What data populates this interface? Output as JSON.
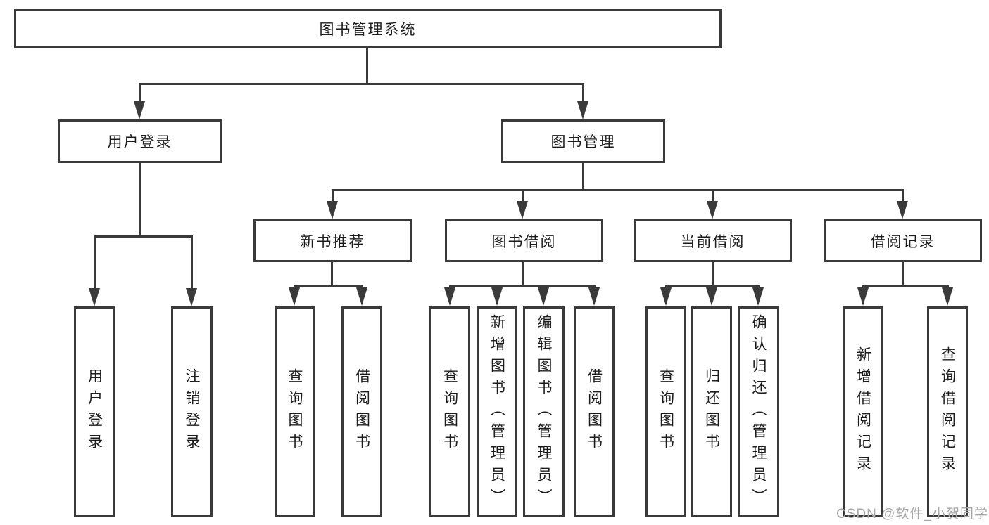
{
  "tree": {
    "root": {
      "label": "图书管理系统"
    },
    "branches": [
      {
        "label": "用户登录",
        "children": [
          {
            "label": "用户登录"
          },
          {
            "label": "注销登录"
          }
        ]
      },
      {
        "label": "图书管理",
        "children": [
          {
            "label": "新书推荐",
            "children": [
              {
                "label": "查询图书"
              },
              {
                "label": "借阅图书"
              }
            ]
          },
          {
            "label": "图书借阅",
            "children": [
              {
                "label": "查询图书"
              },
              {
                "label": "新增图书（管理员）"
              },
              {
                "label": "编辑图书（管理员）"
              },
              {
                "label": "借阅图书"
              }
            ]
          },
          {
            "label": "当前借阅",
            "children": [
              {
                "label": "查询图书"
              },
              {
                "label": "归还图书"
              },
              {
                "label": "确认归还（管理员）"
              }
            ]
          },
          {
            "label": "借阅记录",
            "children": [
              {
                "label": "新增借阅记录"
              },
              {
                "label": "查询借阅记录"
              }
            ]
          }
        ]
      }
    ]
  },
  "watermark": {
    "text": "CSDN @软件_小贺同学"
  },
  "colors": {
    "line": "#3a3a3a",
    "text": "#1c1c1c",
    "watermark": "#a8a8a8",
    "background": "#ffffff"
  }
}
